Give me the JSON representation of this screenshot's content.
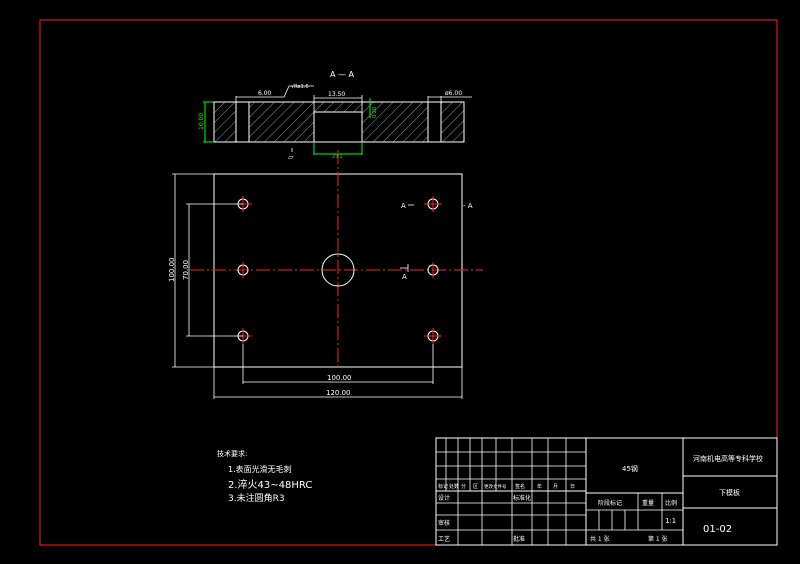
{
  "section": {
    "title": "A — A",
    "dim_left": "6.00",
    "dim_tol": "√Ra1.6",
    "dim_slot": "13.50",
    "dim_right": "ø6.00",
    "dim_depth": "10.00",
    "dim_thick": "0.20",
    "dim_bottom": "2±1",
    "flatness": "⏥"
  },
  "plan": {
    "width_outer": "120.00",
    "width_holes": "100.00",
    "height_outer": "100.00",
    "height_holes": "70.00",
    "marker_a": "A",
    "marker_a2": "A",
    "arrow_right": "- A",
    "marker_a_bottom": "A"
  },
  "notes": {
    "title": "技术要求:",
    "items": [
      "1.表面光滑无毛刺",
      "2.淬火43~48HRC",
      "3.未注圆角R3"
    ]
  },
  "title_block": {
    "material": "45钢",
    "school": "河南机电高等专科学校",
    "part_name": "下模板",
    "drawing_no": "01-02",
    "scale_value": "1:1",
    "header_labels": [
      "标记",
      "处数",
      "分",
      "区",
      "更改文件号",
      "签名",
      "年",
      "月",
      "日"
    ],
    "row_labels": [
      "设计",
      "标准化",
      "审核",
      "工艺",
      "批准"
    ],
    "stage_label": "阶段标记",
    "weight_label": "重量",
    "scale_label": "比例",
    "sheets_total": "共 1 张",
    "sheet_no": "第 1 张"
  }
}
